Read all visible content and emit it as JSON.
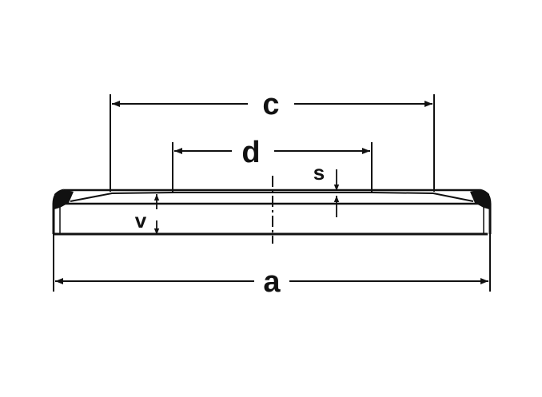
{
  "labels": {
    "c": "c",
    "d": "d",
    "s": "s",
    "v": "v",
    "a": "a"
  },
  "colors": {
    "line": "#111111",
    "background": "#ffffff"
  }
}
